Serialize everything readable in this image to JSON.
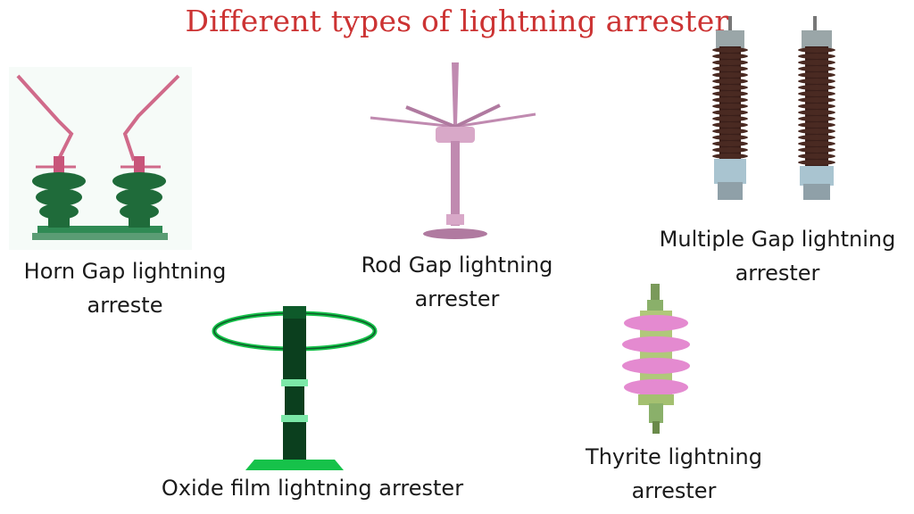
{
  "title": "Different types of lightning arrester",
  "items": [
    {
      "name": "horn-gap",
      "line1": "Horn Gap lightning",
      "line2": "arreste"
    },
    {
      "name": "rod-gap",
      "line1": "Rod Gap lightning",
      "line2": "arrester"
    },
    {
      "name": "multiple-gap",
      "line1": "Multiple Gap lightning",
      "line2": "arrester"
    },
    {
      "name": "oxide-film",
      "line1": "Oxide film lightning arrester",
      "line2": ""
    },
    {
      "name": "thyrite",
      "line1": "Thyrite lightning",
      "line2": "arrester"
    }
  ],
  "colors": {
    "title": "#cc3333",
    "horn_rod": "#d06a8a",
    "insulator_green": "#1f6b3a",
    "rod_gap": "#c08ab0",
    "porcelain_dark": "#3a1f1a",
    "oxide_green": "#16c24a",
    "thyrite_pink": "#e48ad0"
  }
}
